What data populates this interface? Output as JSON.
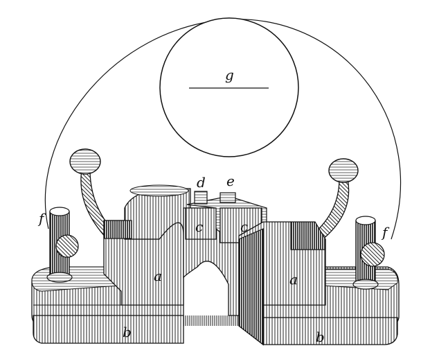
{
  "labels": {
    "a_left": "a",
    "a_right": "a",
    "b_left": "b",
    "b_right": "b",
    "c_left": "c",
    "c_right": "c",
    "d": "d",
    "e": "e",
    "f_left": "f",
    "f_right": "f",
    "g": "g"
  },
  "colors": {
    "ink": "#111111",
    "paper": "#ffffff"
  }
}
